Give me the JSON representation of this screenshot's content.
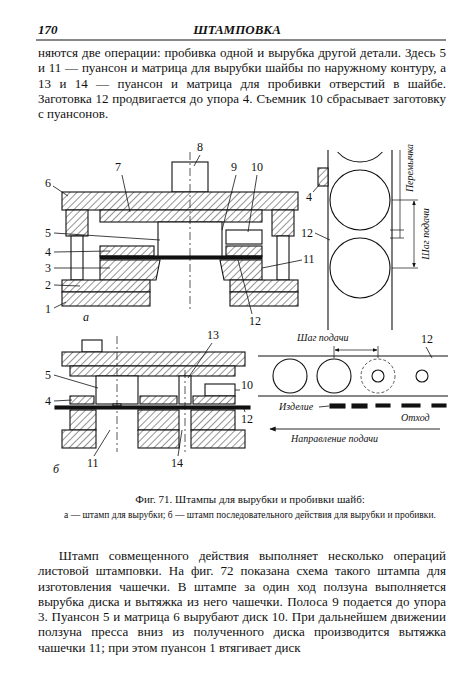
{
  "diagram": {
    "caption": "Фиг. 71. Штампы для вырубки и пробивки шайб:",
    "labels": [
      "170",
      "ШТАМПОВКА",
      "няются две операции: пробивка одной и вырубка другой детали. Здесь 5 и 11 — пуансон и матрица для вырубки шайбы по наружному контуру, а 13 и 14 — пуансон и матрица для пробивки отверстий в шайбе. Заготовка 12 продвигается до упора 4. Съемник 10 сбрасывает заготовку с пуансонов.",
      "7",
      "8",
      "9",
      "10",
      "6",
      "5",
      "4",
      "3",
      "2",
      "1",
      "а",
      "11",
      "12",
      "4",
      "12",
      "Перемычка",
      "Шаг подачи",
      "13",
      "5",
      "4",
      "10",
      "12",
      "б",
      "11",
      "14",
      "Шаг подачи",
      "12",
      "Изделие",
      "Отход",
      "Направление подачи",
      "а — штамп для вырубки; б — штамп последовательного действия для вырубки и пробивки.",
      "Штамп совмещенного действия выполняет несколько операций листовой штамповки. На фиг. 72 показана схема такого штампа для изготовления чашечки. В штампе за один ход ползуна выполняется вырубка диска и вытяжка из него чашечки. Полоса 9 подается до упора 3. Пуансон 5 и матрица 6 вырубают диск 10. При дальнейшем движении ползуна пресса вниз из полученного диска производится вытяжка чашечки 11; при этом пуансон 1 втягивает диск"
    ]
  }
}
